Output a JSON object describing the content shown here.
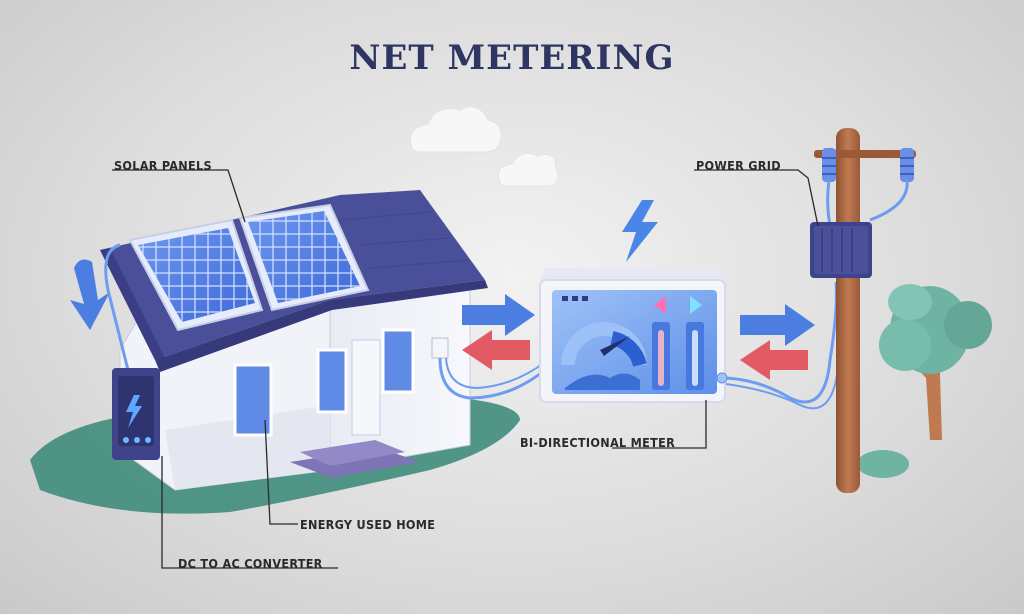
{
  "title": "NET METERING",
  "labels": {
    "solar_panels": "SOLAR PANELS",
    "power_grid": "POWER GRID",
    "bi_directional_meter": "BI-DIRECTIONAL METER",
    "energy_used_home": "ENERGY USED HOME",
    "dc_to_ac_converter": "DC TO AC CONVERTER"
  },
  "colors": {
    "title": "#2f3563",
    "roof": "#4a4f9a",
    "panel": "#4f7fe6",
    "arrow_blue": "#4b7ee0",
    "arrow_red": "#e25a64",
    "ground": "#3f8c7a",
    "pole": "#b06a45",
    "tree": "#6fb3a3"
  }
}
